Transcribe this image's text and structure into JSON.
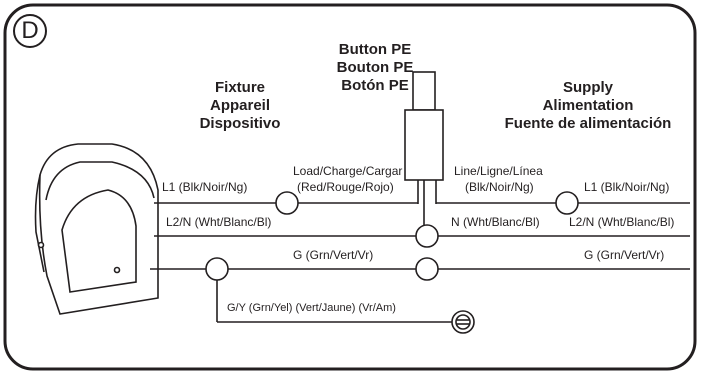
{
  "panel_letter": "D",
  "headings": {
    "button_pe": [
      "Button PE",
      "Bouton PE",
      "Botón PE"
    ],
    "fixture": [
      "Fixture",
      "Appareil",
      "Dispositivo"
    ],
    "supply": [
      "Supply",
      "Alimentation",
      "Fuente de alimentación"
    ]
  },
  "labels": {
    "fixture_l1": "L1 (Blk/Noir/Ng)",
    "fixture_l2n": "L2/N (Wht/Blanc/Bl)",
    "ground_mid": "G (Grn/Vert/Vr)",
    "load_line1": "Load/Charge/Cargar",
    "load_line2": "(Red/Rouge/Rojo)",
    "line_line1": "Line/Ligne/Línea",
    "line_line2": "(Blk/Noir/Ng)",
    "supply_l1": "L1 (Blk/Noir/Ng)",
    "neutral_conn": "N (Wht/Blanc/Bl)",
    "supply_l2n": "L2/N (Wht/Blanc/Bl)",
    "supply_ground": "G (Grn/Vert/Vr)",
    "ground_screw": "G/Y (Grn/Yel) (Vert/Jaune) (Vr/Am)"
  }
}
